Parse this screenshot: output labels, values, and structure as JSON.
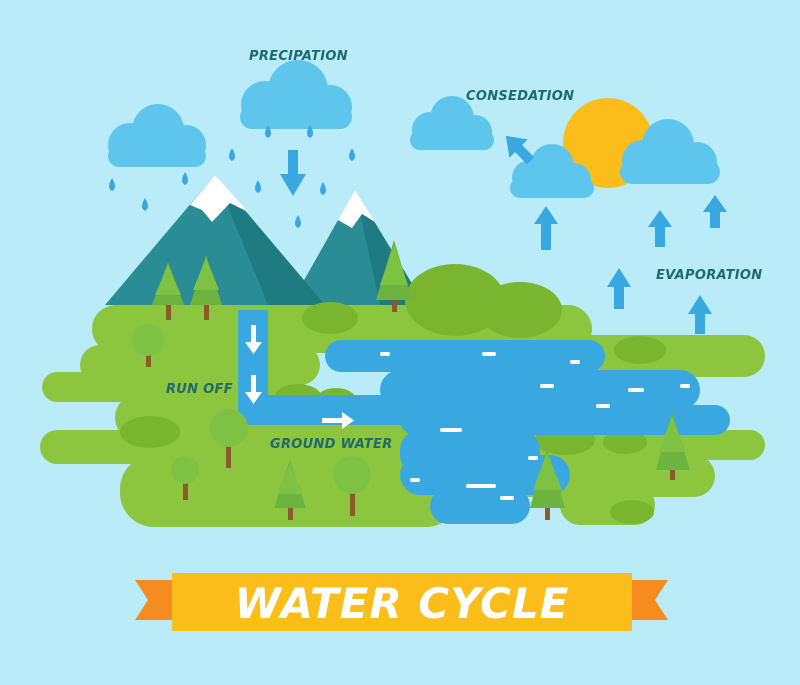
{
  "labels": {
    "precipitation": "PRECIPATION",
    "condensation": "CONSEDATION",
    "evaporation": "EVAPORATION",
    "run_off": "RUN OFF",
    "ground_water": "GROUND WATER"
  },
  "title": "WATER CYCLE",
  "colors": {
    "background": "#b9ecf8",
    "cloud": "#5ec6ec",
    "water": "#3aa8e0",
    "grass": "#8cc63f",
    "mountain": "#2a8c94",
    "sun": "#fbbd19",
    "banner": "#fbbd19",
    "ribbon": "#f68b1f",
    "label": "#1e6a6f"
  }
}
